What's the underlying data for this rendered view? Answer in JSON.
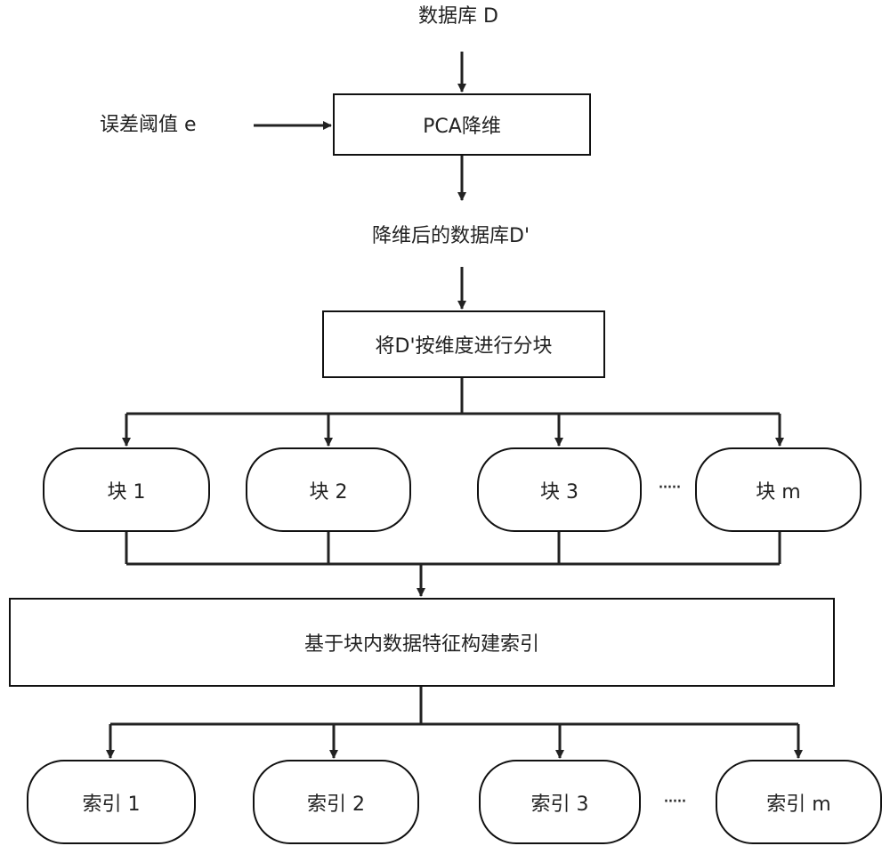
{
  "diagram": {
    "input_database": "数据库 D",
    "error_threshold": "误差阈值 e",
    "pca_step": "PCA降维",
    "reduced_database": "降维后的数据库D'",
    "partition_step": "将D'按维度进行分块",
    "blocks": [
      "块 1",
      "块 2",
      "块 3",
      "块 m"
    ],
    "blocks_ellipsis": "·····",
    "index_step": "基于块内数据特征构建索引",
    "indexes": [
      "索引 1",
      "索引 2",
      "索引 3",
      "索引 m"
    ],
    "indexes_ellipsis": "·····"
  }
}
